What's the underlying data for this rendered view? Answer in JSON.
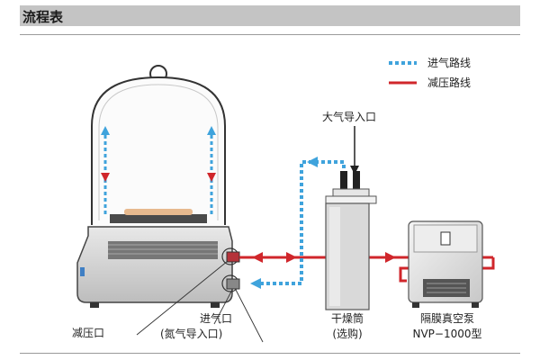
{
  "header": {
    "title": "流程表"
  },
  "legend": {
    "intake": {
      "label": "进气路线",
      "color": "#3fa3dc"
    },
    "decompress": {
      "label": "减压路线",
      "color": "#d0262b"
    }
  },
  "labels": {
    "air_inlet": "大气导入口",
    "dryer": "干燥筒",
    "dryer_note": "(选购)",
    "pump": "隔膜真空泵",
    "pump_model": "NVP−1000型",
    "decompress_port": "减压口",
    "intake_port": "进气口",
    "intake_port_note": "(氮气导入口)"
  }
}
